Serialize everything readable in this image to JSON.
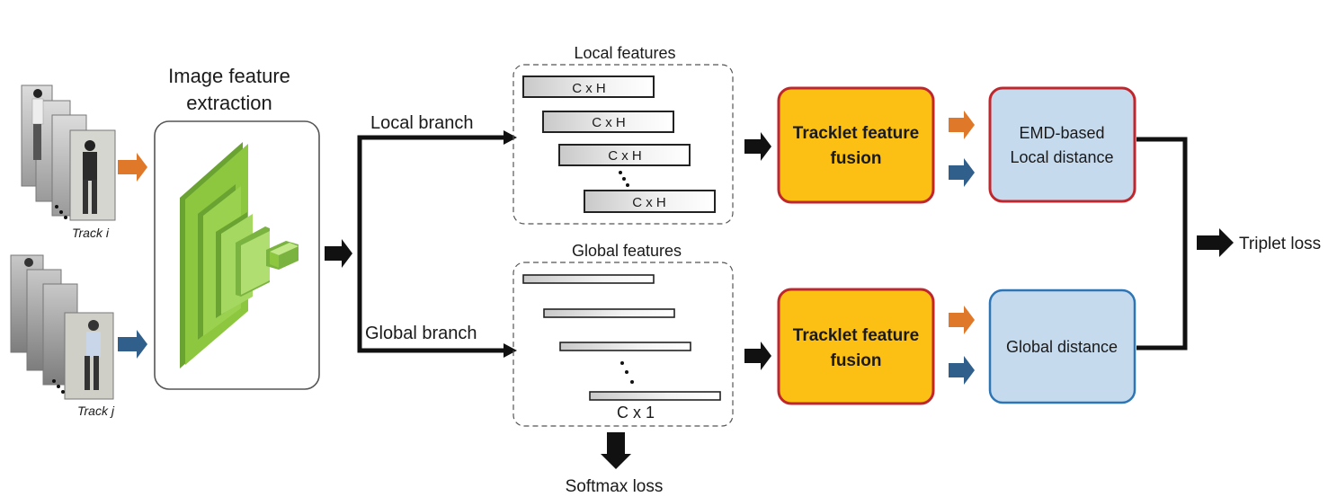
{
  "inputs": {
    "track_i": "Track i",
    "track_j": "Track j"
  },
  "extractor": {
    "title_line1": "Image feature",
    "title_line2": "extraction"
  },
  "branches": {
    "local": "Local branch",
    "global": "Global branch"
  },
  "local_features": {
    "title": "Local features",
    "bar_labels": [
      "C x H",
      "C x H",
      "C x H",
      "C x H"
    ]
  },
  "global_features": {
    "title": "Global features",
    "bar_label": "C x 1"
  },
  "softmax": "Softmax loss",
  "fusion": {
    "line1": "Tracklet feature",
    "line2": "fusion"
  },
  "local_distance": {
    "line1": "EMD-based",
    "line2": "Local distance"
  },
  "global_distance": "Global distance",
  "triplet": "Triplet loss",
  "colors": {
    "fusion_fill": "#FCC015",
    "fusion_border": "#C0272D",
    "distance_fill": "#C6DAEE",
    "global_distance_border": "#2E75B6",
    "orange_arrow": "#E0782A",
    "blue_arrow": "#2F5F8A",
    "cnn_green": "#8DC63F"
  }
}
